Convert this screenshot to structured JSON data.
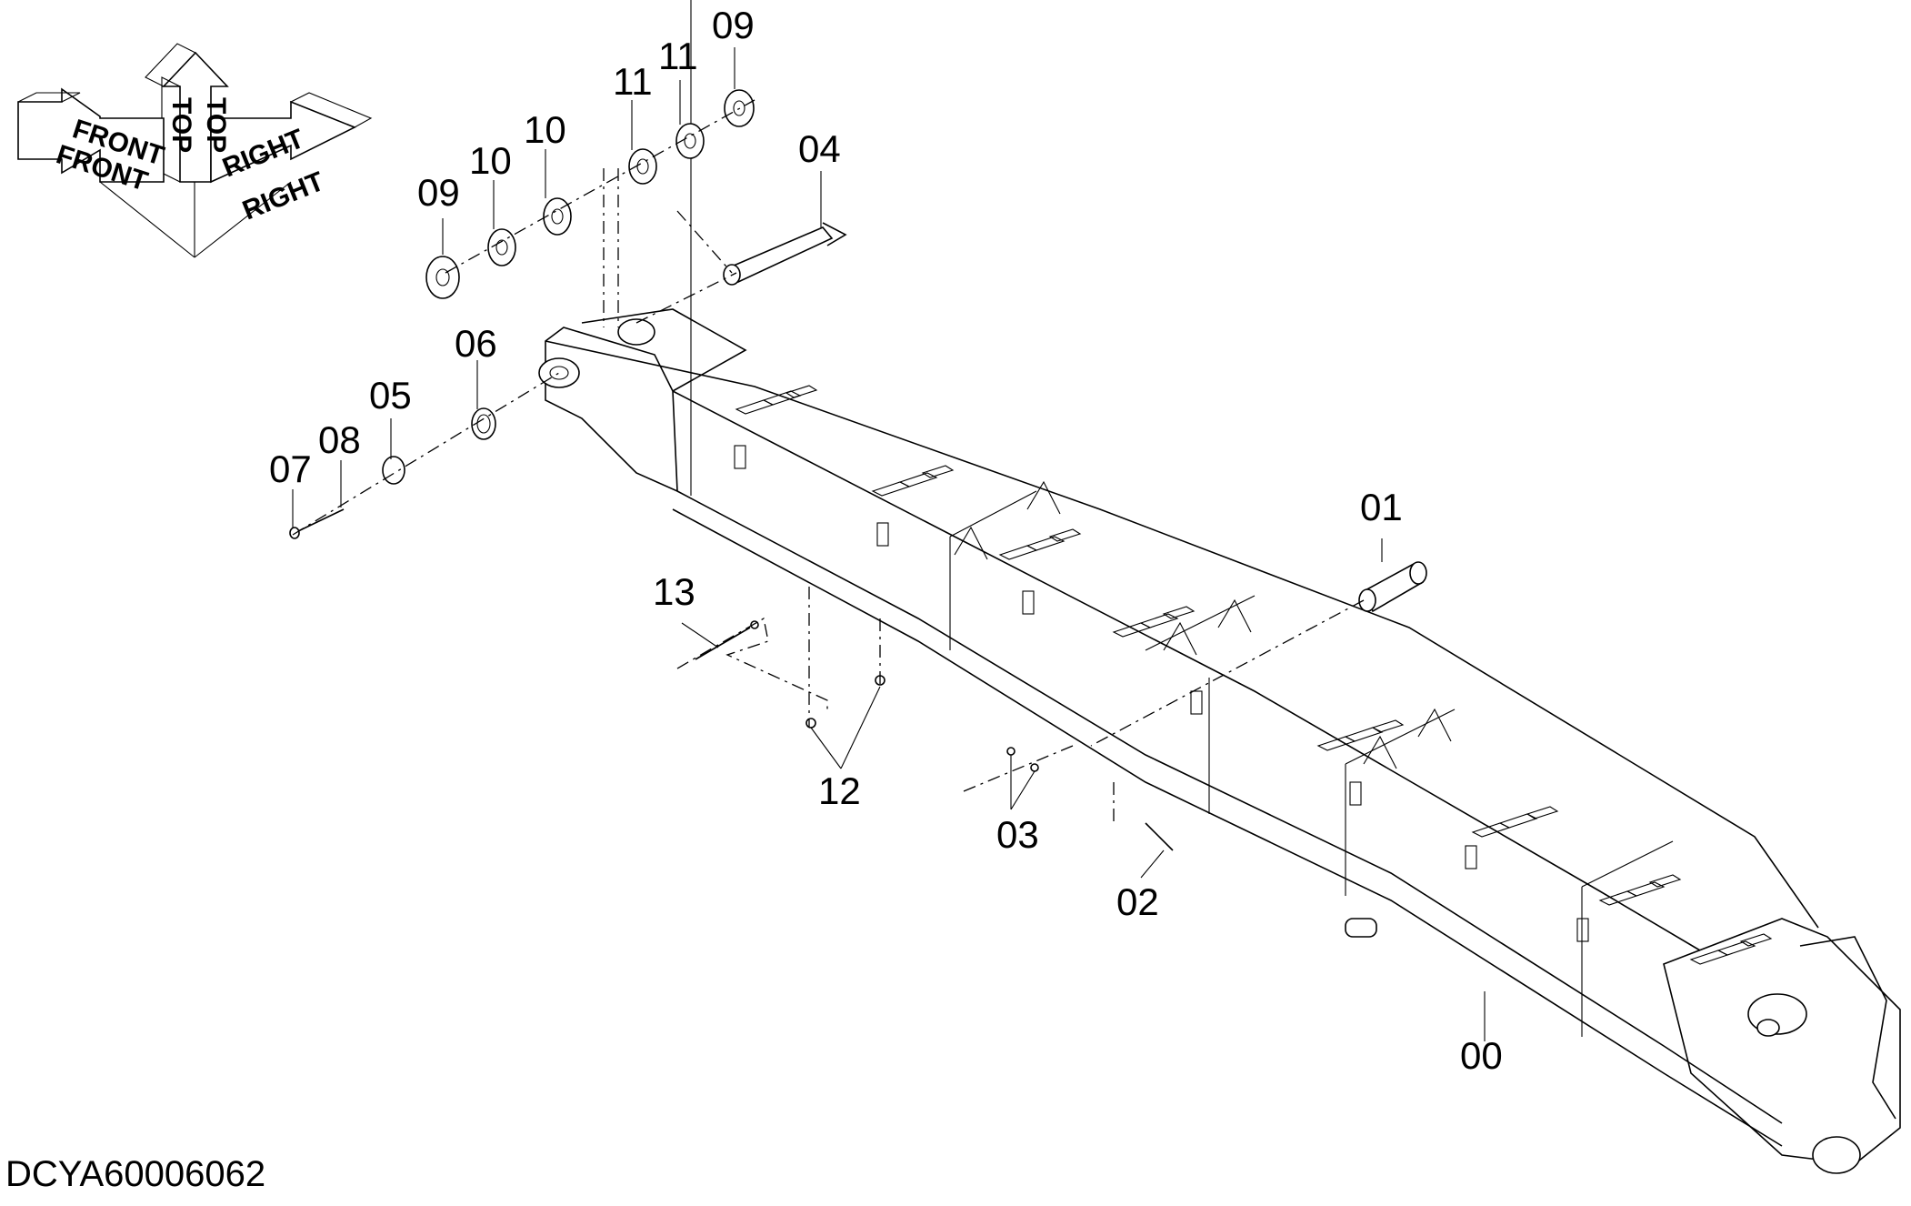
{
  "diagram": {
    "drawing_code": "DCYA60006062",
    "orientation_labels": {
      "front": "FRONT",
      "top": "TOP",
      "right": "RIGHT"
    },
    "callouts": [
      {
        "id": "c00",
        "label": "00"
      },
      {
        "id": "c01",
        "label": "01"
      },
      {
        "id": "c02",
        "label": "02"
      },
      {
        "id": "c03",
        "label": "03"
      },
      {
        "id": "c04",
        "label": "04"
      },
      {
        "id": "c05",
        "label": "05"
      },
      {
        "id": "c06",
        "label": "06"
      },
      {
        "id": "c07",
        "label": "07"
      },
      {
        "id": "c08",
        "label": "08"
      },
      {
        "id": "c09a",
        "label": "09"
      },
      {
        "id": "c09b",
        "label": "09"
      },
      {
        "id": "c10a",
        "label": "10"
      },
      {
        "id": "c10b",
        "label": "10"
      },
      {
        "id": "c11a",
        "label": "11"
      },
      {
        "id": "c11b",
        "label": "11"
      },
      {
        "id": "c12",
        "label": "12"
      },
      {
        "id": "c13",
        "label": "13"
      }
    ]
  }
}
